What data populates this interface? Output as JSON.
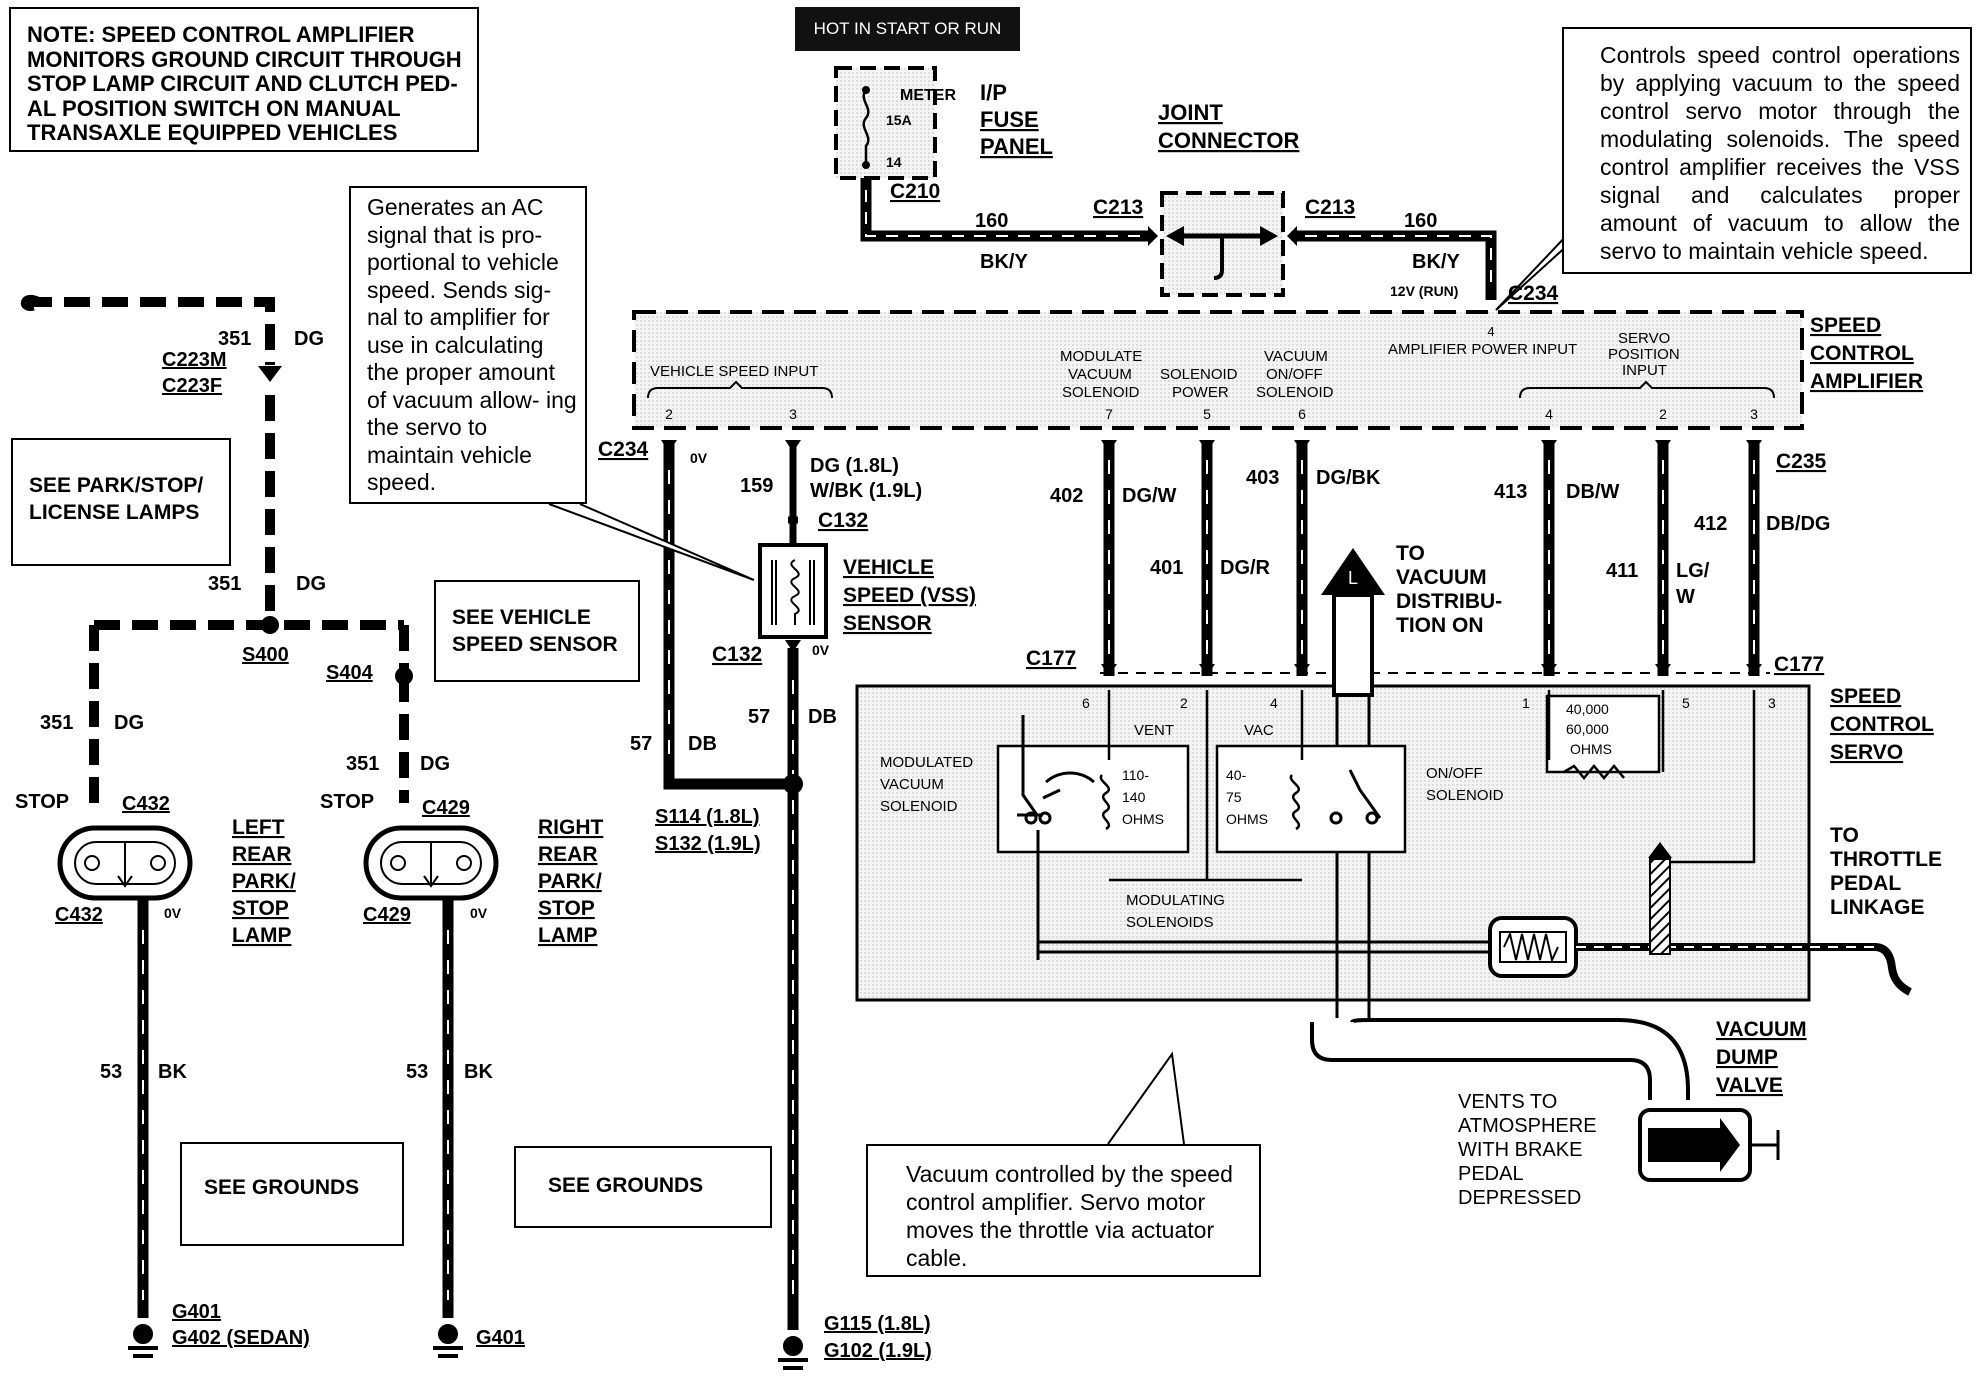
{
  "notes": {
    "top_left": "NOTE: SPEED CONTROL AMPLIFIER MONITORS GROUND CIRCUIT THROUGH STOP LAMP CIRCUIT AND CLUTCH PED- AL POSITION SWITCH ON MANUAL TRANSAXLE EQUIPPED VEHICLES",
    "vss": "Generates an AC signal that is pro- portional to vehicle speed. Sends sig- nal to amplifier for use in calculating the proper amount of vacuum allow- ing the servo to maintain vehicle speed.",
    "amplifier": "Controls speed control operations by applying vacuum to the speed control servo motor through the modulating solenoids. The speed control amplifier receives the VSS signal and calculates proper amount of vacuum to allow the servo to maintain vehicle speed.",
    "servo": "Vacuum controlled by the speed control amplifier. Servo motor moves the throttle via actuator cable."
  },
  "see_boxes": {
    "park_lamps": "SEE PARK/STOP/ LICENSE LAMPS",
    "vss": "SEE VEHICLE SPEED SENSOR",
    "grounds_1": "SEE GROUNDS",
    "grounds_2": "SEE GROUNDS"
  },
  "power": {
    "hot": "HOT IN START OR RUN",
    "fuse_name": "METER",
    "fuse_amp": "15A",
    "fuse_num": "14",
    "panel_1": "I/P",
    "panel_2": "FUSE",
    "panel_3": "PANEL",
    "c210": "C210",
    "joint_1": "JOINT",
    "joint_2": "CONNECTOR",
    "c213_l": "C213",
    "c213_r": "C213",
    "w160_l": "160",
    "w160_r": "160",
    "bky_l": "BK/Y",
    "bky_r": "BK/Y",
    "run": "12V (RUN)",
    "c234": "C234"
  },
  "amplifier": {
    "name_1": "SPEED",
    "name_2": "CONTROL",
    "name_3": "AMPLIFIER",
    "vsi": "VEHICLE SPEED INPUT",
    "mod_1": "MODULATE",
    "mod_2": "VACUUM",
    "mod_3": "SOLENOID",
    "sol_1": "SOLENOID",
    "sol_2": "POWER",
    "vac_1": "VACUUM",
    "vac_2": "ON/OFF",
    "vac_3": "SOLENOID",
    "amp_pwr": "AMPLIFIER POWER INPUT",
    "servo_1": "SERVO",
    "servo_2": "POSITION",
    "servo_3": "INPUT",
    "p2": "2",
    "p3": "3",
    "p7": "7",
    "p5": "5",
    "p6": "6",
    "p4a": "4",
    "p4b": "4",
    "p2b": "2",
    "p3b": "3"
  },
  "wires": {
    "c234_l": "C234",
    "v0": "0V",
    "w159": "159",
    "dg18": "DG (1.8L)",
    "wbk19": "W/BK (1.9L)",
    "c132_t": "C132",
    "c132_b": "C132",
    "v0_b": "0V",
    "w57_l": "57",
    "db_l": "DB",
    "w57_r": "57",
    "db_r": "DB",
    "s114": "S114 (1.8L)",
    "s132": "S132 (1.9L)",
    "w402": "402",
    "dgw": "DG/W",
    "w401": "401",
    "dgr": "DG/R",
    "w403": "403",
    "dgbk": "DG/BK",
    "w413": "413",
    "dbw": "DB/W",
    "w411": "411",
    "lgw_1": "LG/",
    "lgw_2": "W",
    "w412": "412",
    "dbdg": "DB/DG",
    "c235": "C235",
    "c177_l": "C177",
    "c177_r": "C177",
    "vac_to_1": "TO",
    "vac_to_2": "VACUUM",
    "vac_to_3": "DISTRIBU-",
    "vac_to_4": "TION ON",
    "vac_L": "L"
  },
  "vss": {
    "name_1": "VEHICLE",
    "name_2": "SPEED (VSS)",
    "name_3": "SENSOR"
  },
  "lamps": {
    "w351_top": "351",
    "dg_top": "DG",
    "c223m": "C223M",
    "c223f": "C223F",
    "w351_mid": "351",
    "dg_mid": "DG",
    "s400": "S400",
    "s404": "S404",
    "w351_l": "351",
    "dg_l": "DG",
    "w351_r": "351",
    "dg_r": "DG",
    "stop_l": "STOP",
    "stop_r": "STOP",
    "c432_t": "C432",
    "c432_b": "C432",
    "c429_t": "C429",
    "c429_b": "C429",
    "v0_l": "0V",
    "v0_r": "0V",
    "left_1": "LEFT",
    "left_2": "REAR",
    "left_3": "PARK/",
    "left_4": "STOP",
    "left_5": "LAMP",
    "right_1": "RIGHT",
    "right_2": "REAR",
    "right_3": "PARK/",
    "right_4": "STOP",
    "right_5": "LAMP",
    "w53_l": "53",
    "bk_l": "BK",
    "w53_r": "53",
    "bk_r": "BK",
    "g401a": "G401",
    "g402": "G402 (SEDAN)",
    "g401b": "G401",
    "g115": "G115 (1.8L)",
    "g102": "G102 (1.9L)"
  },
  "servo": {
    "name_1": "SPEED",
    "name_2": "CONTROL",
    "name_3": "SERVO",
    "mvs_1": "MODULATED",
    "mvs_2": "VACUUM",
    "mvs_3": "SOLENOID",
    "vent": "VENT",
    "vac": "VAC",
    "r1_1": "110-",
    "r1_2": "140",
    "r1_3": "OHMS",
    "r2_1": "40-",
    "r2_2": "75",
    "r2_3": "OHMS",
    "onoff_1": "ON/OFF",
    "onoff_2": "SOLENOID",
    "mod_1": "MODULATING",
    "mod_2": "SOLENOIDS",
    "pot_1": "40,000",
    "pot_2": "60,000",
    "pot_3": "OHMS",
    "p6": "6",
    "p2": "2",
    "p4": "4",
    "p1": "1",
    "p5": "5",
    "p3": "3",
    "throttle_1": "TO",
    "throttle_2": "THROTTLE",
    "throttle_3": "PEDAL",
    "throttle_4": "LINKAGE",
    "dump_1": "VACUUM",
    "dump_2": "DUMP",
    "dump_3": "VALVE",
    "vents_1": "VENTS TO",
    "vents_2": "ATMOSPHERE",
    "vents_3": "WITH BRAKE",
    "vents_4": "PEDAL",
    "vents_5": "DEPRESSED"
  }
}
